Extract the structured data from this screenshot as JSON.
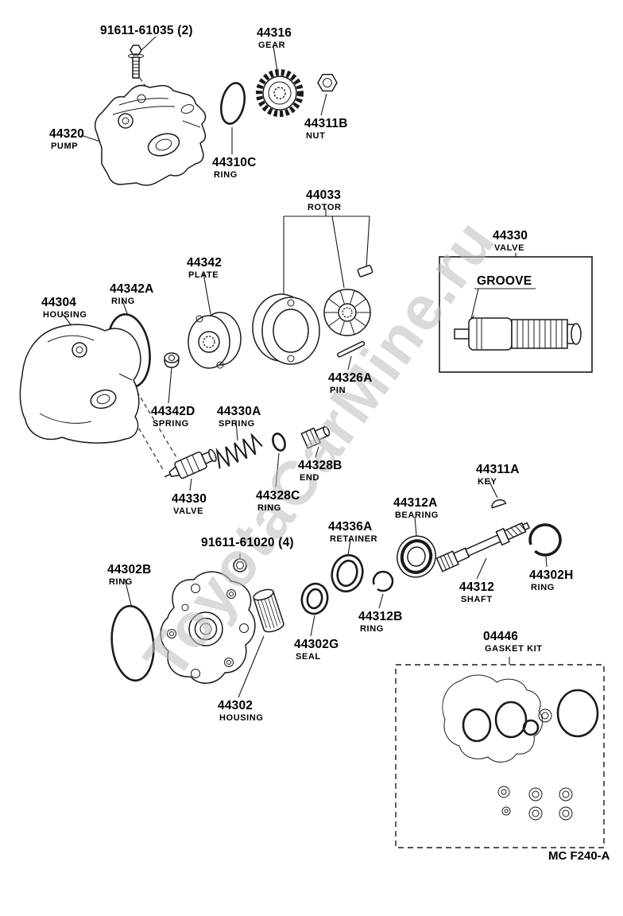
{
  "diagram": {
    "watermark": "ToyotaCarMine.ru",
    "plate_code": "MC F240-A",
    "line_color": "#1a1a1a",
    "watermark_color": "#bdbdbd"
  },
  "labels": {
    "bolt_top": {
      "number": "91611-61035 (2)"
    },
    "gear": {
      "number": "44316",
      "name": "GEAR"
    },
    "nut": {
      "number": "44311B",
      "name": "NUT"
    },
    "pump": {
      "number": "44320",
      "name": "PUMP"
    },
    "ring_44310c": {
      "number": "44310C",
      "name": "RING"
    },
    "rotor": {
      "number": "44033",
      "name": "ROTOR"
    },
    "valve_assy": {
      "number": "44330",
      "name": "VALVE"
    },
    "groove": {
      "text": "GROOVE"
    },
    "plate": {
      "number": "44342",
      "name": "PLATE"
    },
    "ring_44342a": {
      "number": "44342A",
      "name": "RING"
    },
    "housing_front": {
      "number": "44304",
      "name": "HOUSING"
    },
    "pin": {
      "number": "44326A",
      "name": "PIN"
    },
    "spring_44342d": {
      "number": "44342D",
      "name": "SPRING"
    },
    "spring_44330a": {
      "number": "44330A",
      "name": "SPRING"
    },
    "end_44328b": {
      "number": "44328B",
      "name": "END"
    },
    "valve_44330": {
      "number": "44330",
      "name": "VALVE"
    },
    "ring_44328c": {
      "number": "44328C",
      "name": "RING"
    },
    "key": {
      "number": "44311A",
      "name": "KEY"
    },
    "bearing": {
      "number": "44312A",
      "name": "BEARING"
    },
    "retainer": {
      "number": "44336A",
      "name": "RETAINER"
    },
    "bolt_lower": {
      "number": "91611-61020 (4)"
    },
    "ring_44302b": {
      "number": "44302B",
      "name": "RING"
    },
    "shaft": {
      "number": "44312",
      "name": "SHAFT"
    },
    "ring_44302h": {
      "number": "44302H",
      "name": "RING"
    },
    "ring_44312b": {
      "number": "44312B",
      "name": "RING"
    },
    "seal": {
      "number": "44302G",
      "name": "SEAL"
    },
    "housing_rear": {
      "number": "44302",
      "name": "HOUSING"
    },
    "gasket_kit": {
      "number": "04446",
      "name": "GASKET KIT"
    }
  }
}
